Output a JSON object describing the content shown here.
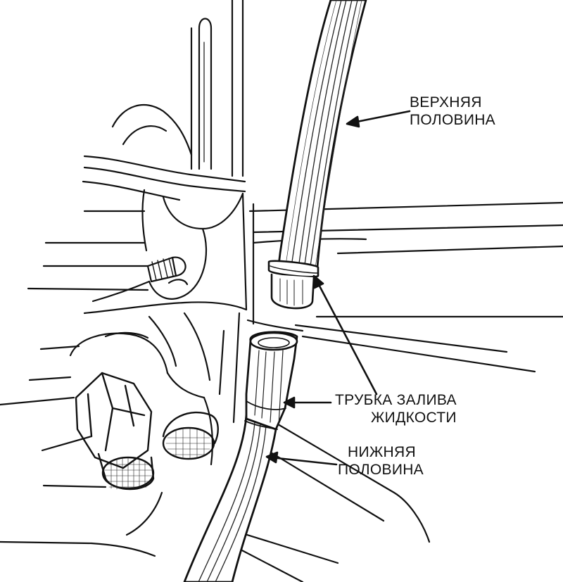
{
  "labels": {
    "upper_half": [
      "ВЕРХНЯЯ",
      "ПОЛОВИНА"
    ],
    "fill_tube": [
      "ТРУБКА ЗАЛИВА",
      "ЖИДКОСТИ"
    ],
    "lower_half": [
      "НИЖНЯЯ",
      "ПОЛОВИНА"
    ]
  },
  "colors": {
    "ink": "#111111",
    "paper": "#ffffff"
  }
}
